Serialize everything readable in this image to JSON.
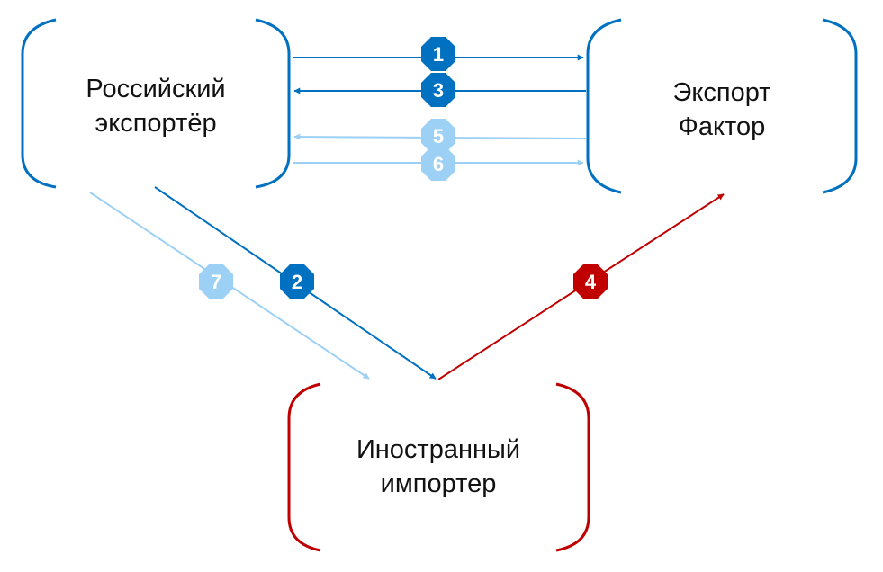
{
  "nodes": {
    "exporter": {
      "line1": "Российский",
      "line2": "экспортёр",
      "color": "#0070c0"
    },
    "factor": {
      "line1": "Экспорт",
      "line2": "Фактор",
      "color": "#0070c0"
    },
    "importer": {
      "line1": "Иностранный",
      "line2": "импортер",
      "color": "#c00000"
    }
  },
  "flows": [
    {
      "step": "1",
      "from": "exporter",
      "to": "factor",
      "color": "#0070c0"
    },
    {
      "step": "2",
      "from": "exporter",
      "to": "importer",
      "color": "#0070c0"
    },
    {
      "step": "3",
      "from": "factor",
      "to": "exporter",
      "color": "#0070c0"
    },
    {
      "step": "4",
      "from": "importer",
      "to": "factor",
      "color": "#c00000"
    },
    {
      "step": "5",
      "from": "factor",
      "to": "exporter",
      "color": "#9dd0f5"
    },
    {
      "step": "6",
      "from": "exporter",
      "to": "factor",
      "color": "#9dd0f5"
    },
    {
      "step": "7",
      "from": "exporter",
      "to": "importer",
      "color": "#9dd0f5"
    }
  ],
  "colors": {
    "blue": "#0070c0",
    "light_blue": "#9dd0f5",
    "red": "#c00000"
  }
}
